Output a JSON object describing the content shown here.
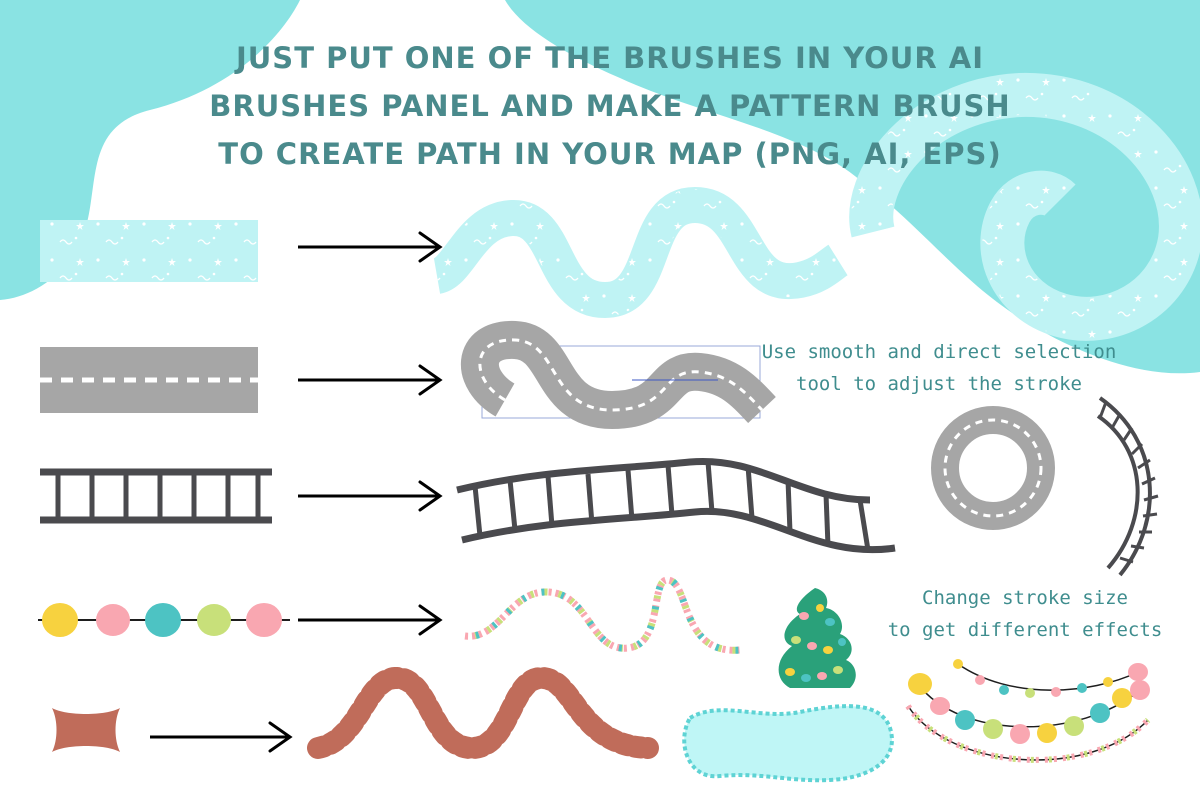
{
  "headline": {
    "lines": [
      "JUST PUT ONE OF THE BRUSHES IN YOUR AI",
      "BRUSHES PANEL AND MAKE A PATTERN BRUSH",
      "TO CREATE PATH IN YOUR MAP (PNG, AI, EPS)"
    ]
  },
  "notes": {
    "smooth_selection": [
      "Use smooth and direct selection",
      "tool to adjust the stroke"
    ],
    "stroke_size": [
      "Change stroke size",
      "to get different effects"
    ]
  },
  "colors": {
    "blob": "#8ae3e3",
    "river": "#bff3f4",
    "road": "#a6a6a6",
    "dash": "#ffffff",
    "rail": "#4a4a4e",
    "bead_yellow": "#f7d23f",
    "bead_pink": "#f9a7b1",
    "bead_teal": "#4dc3c3",
    "bead_green": "#c8e07a",
    "bump": "#c06c5a",
    "pond": "#bff6f6",
    "pond_edge": "#5ed3d4",
    "tree": "#2aa17a",
    "text": "#4a8a8c"
  },
  "rows": [
    {
      "brush": "snow-river-brush",
      "result": "wavy-river-path"
    },
    {
      "brush": "road-brush",
      "result": "curvy-road-path"
    },
    {
      "brush": "railway-brush",
      "result": "wavy-railway-path"
    },
    {
      "brush": "bead-garland-brush",
      "result": "bead-garland-path"
    },
    {
      "brush": "scalloped-brush",
      "result": "scalloped-wave-path"
    }
  ],
  "examples": [
    "snow-river-spiral",
    "road-ring",
    "rail-arc",
    "christmas-tree",
    "garland-swags",
    "scalloped-pond"
  ]
}
